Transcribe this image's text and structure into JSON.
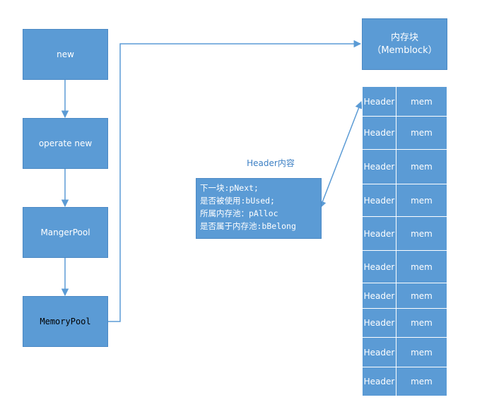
{
  "flow": {
    "new": "new",
    "operate_new": "operate new",
    "manger_pool": "MangerPool",
    "memory_pool": "MemoryPool"
  },
  "memory_block": {
    "title": "内存块",
    "subtitle": "（Memblock）"
  },
  "header_note": {
    "title": "Header内容",
    "lines": [
      "下一块:pNext;",
      "是否被使用:bUsed;",
      "所属内存池：pAlloc",
      "是否属于内存池:bBelong"
    ]
  },
  "rows": [
    {
      "header": "Header",
      "mem": "mem"
    },
    {
      "header": "Header",
      "mem": "mem"
    },
    {
      "header": "Header",
      "mem": "mem"
    },
    {
      "header": "Header",
      "mem": "mem"
    },
    {
      "header": "Header",
      "mem": "mem"
    },
    {
      "header": "Header",
      "mem": "mem"
    },
    {
      "header": "Header",
      "mem": "mem"
    },
    {
      "header": "Header",
      "mem": "mem"
    },
    {
      "header": "Header",
      "mem": "mem"
    },
    {
      "header": "Header",
      "mem": "mem"
    }
  ],
  "colors": {
    "box": "#5b9bd5",
    "border": "#4a88c4",
    "title": "#3b7fc4"
  }
}
